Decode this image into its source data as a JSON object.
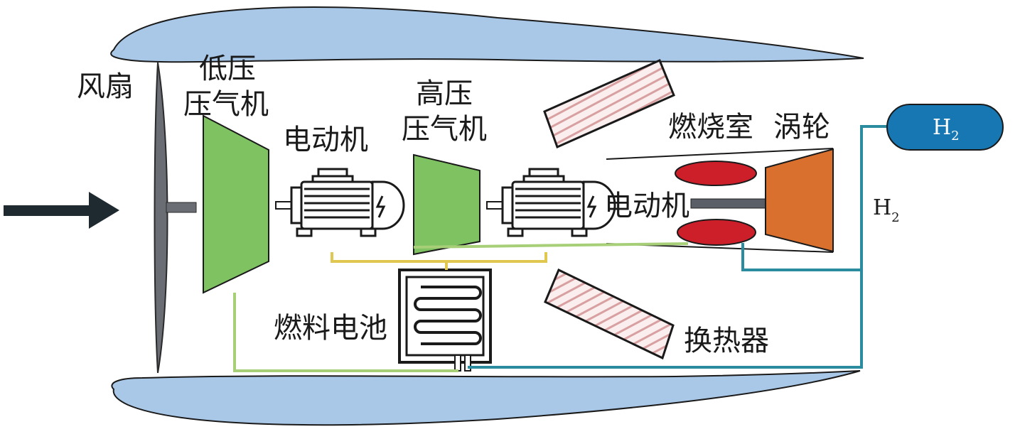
{
  "labels": {
    "fan": "风扇",
    "lp_compressor_line1": "低压",
    "lp_compressor_line2": "压气机",
    "motor_1": "电动机",
    "hp_compressor_line1": "高压",
    "hp_compressor_line2": "压气机",
    "motor_2": "电动机",
    "combustor": "燃烧室",
    "turbine": "涡轮",
    "fuel_cell": "燃料电池",
    "heat_exchanger": "换热器",
    "h2_tank": "H",
    "h2_tank_sub": "2",
    "h2_line": "H",
    "h2_line_sub": "2"
  },
  "colors": {
    "nacelle": "#a9c8e8",
    "compressor": "#7fc262",
    "turbine": "#d9702e",
    "combustor": "#cc1f2a",
    "hydrogen_line": "#2b8ca0",
    "tank": "#1677b3",
    "power_line": "#e0c850",
    "green_line": "#a6cf78",
    "hx_hatch": "#d8a0a0",
    "dark": "#222222"
  }
}
